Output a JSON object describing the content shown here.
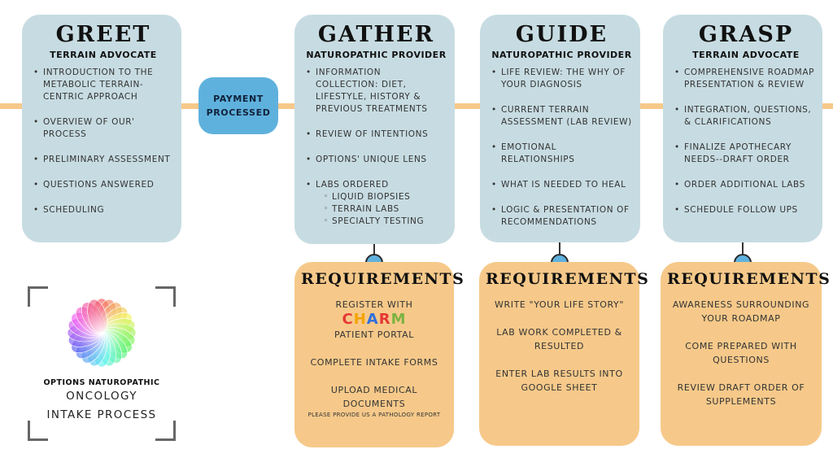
{
  "payment": {
    "label": "Payment Processed"
  },
  "stages": [
    {
      "title": "GREET",
      "subtitle": "TERRAIN ADVOCATE",
      "items": [
        "Introduction to the metabolic terrain-centric approach",
        "Overview of our' process",
        "Preliminary assessment",
        "Questions answered",
        "Scheduling"
      ]
    },
    {
      "title": "GATHER",
      "subtitle": "NATUROPATHIC PROVIDER",
      "items": [
        "Information collection: diet, lifestyle, history & previous treatments",
        "Review of intentions",
        "Options' unique lens",
        "Labs ordered"
      ],
      "sub_items": [
        "Liquid biopsies",
        "Terrain labs",
        "Specialty testing"
      ]
    },
    {
      "title": "GUIDE",
      "subtitle": "NATUROPATHIC PROVIDER",
      "items": [
        "Life review: the why of your diagnosis",
        "Current terrain assessment (lab review)",
        "Emotional relationships",
        "What is needed to heal",
        "Logic & presentation of recommendations"
      ]
    },
    {
      "title": "GRASP",
      "subtitle": "TERRAIN ADVOCATE",
      "items": [
        "Comprehensive roadmap presentation & review",
        "Integration, questions, & clarifications",
        "Finalize apothecary needs--draft order",
        "Order additional labs",
        "Schedule follow ups"
      ]
    }
  ],
  "requirements": [
    {
      "title": "REQUIREMENTS",
      "register": "Register with",
      "charm": {
        "text": "CHARM",
        "colors": [
          "#e53935",
          "#f4a300",
          "#2f6fdc",
          "#e53935",
          "#7cb342"
        ]
      },
      "portal": "Patient Portal",
      "items": [
        "Complete intake forms",
        "Upload medical documents"
      ],
      "note": "Please provide us a pathology report"
    },
    {
      "title": "REQUIREMENTS",
      "items": [
        "Write \"Your Life Story\"",
        "Lab work completed & resulted",
        "Enter lab results into Google Sheet"
      ]
    },
    {
      "title": "REQUIREMENTS",
      "items": [
        "Awareness surrounding your roadmap",
        "Come prepared with questions",
        "Review draft order of supplements"
      ]
    }
  ],
  "logo": {
    "org": "Options Naturopathic",
    "line1": "Oncology",
    "line2": "Intake Process"
  },
  "colors": {
    "stage_bg": "#c7dce2",
    "requirement_bg": "#f6c98a",
    "payment_bg": "#5fb1dd",
    "track": "#f6c98a"
  }
}
